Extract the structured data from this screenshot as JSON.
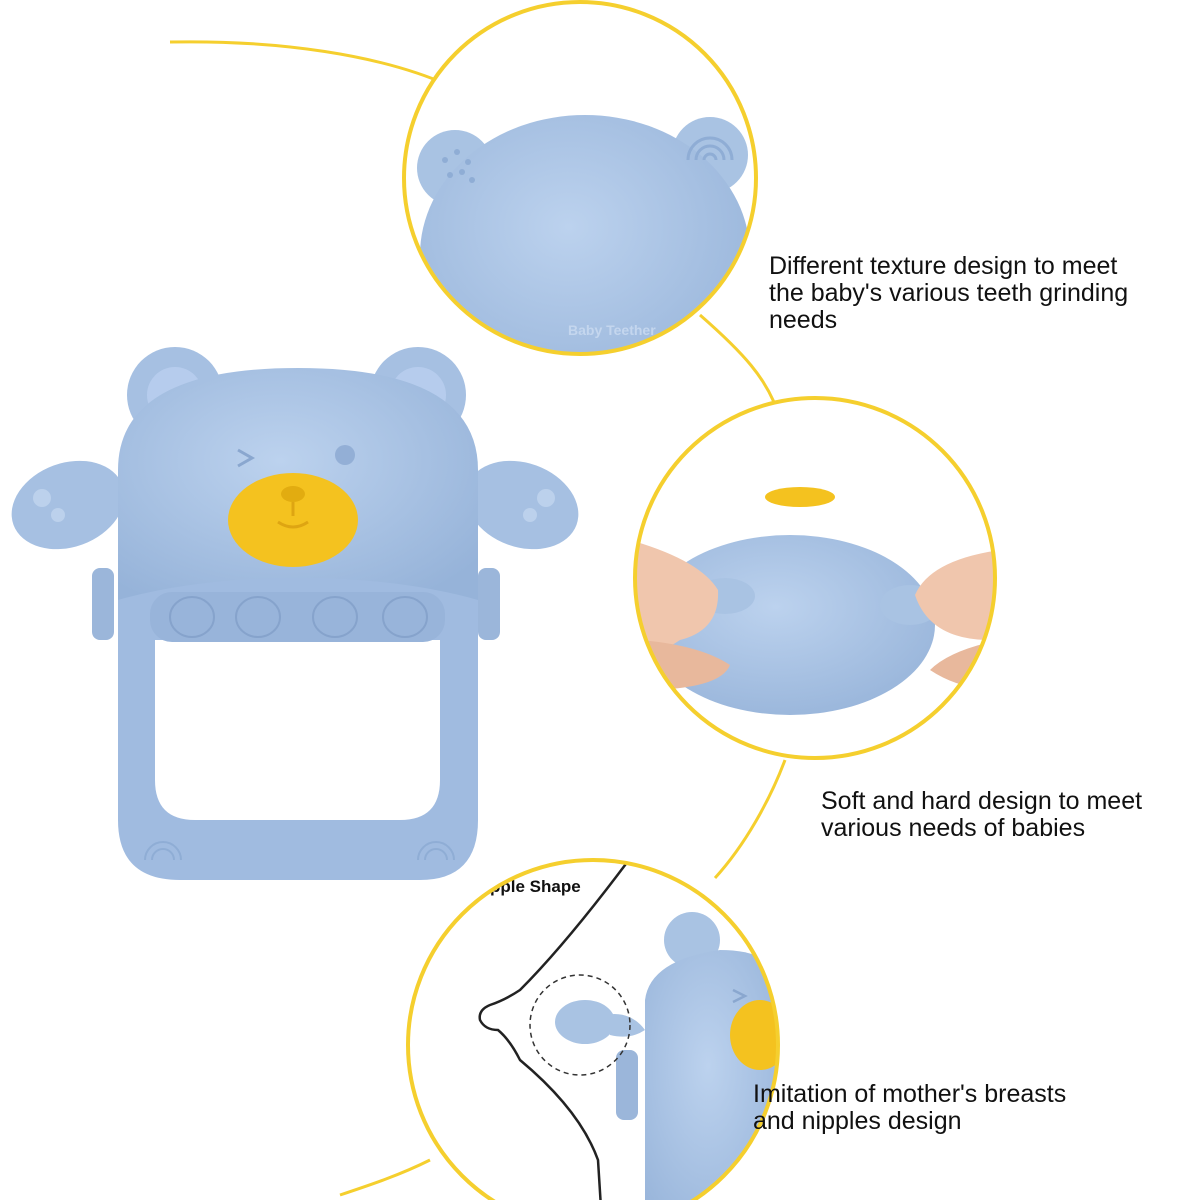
{
  "captions": {
    "texture": "Different texture design to meet\nthe baby's various teeth grinding\nneeds",
    "soft_hard": "Soft and hard design to meet\nvarious needs of babies",
    "imitation": "Imitation of mother's breasts\nand nipples design"
  },
  "labels": {
    "nipple_shape": "Nipple Shape",
    "embossed_brand": "Baby Teether"
  },
  "colors": {
    "accent_yellow": "#f5cf2e",
    "teether_blue": "#a9c3e3",
    "nose_yellow": "#f4c21f"
  }
}
